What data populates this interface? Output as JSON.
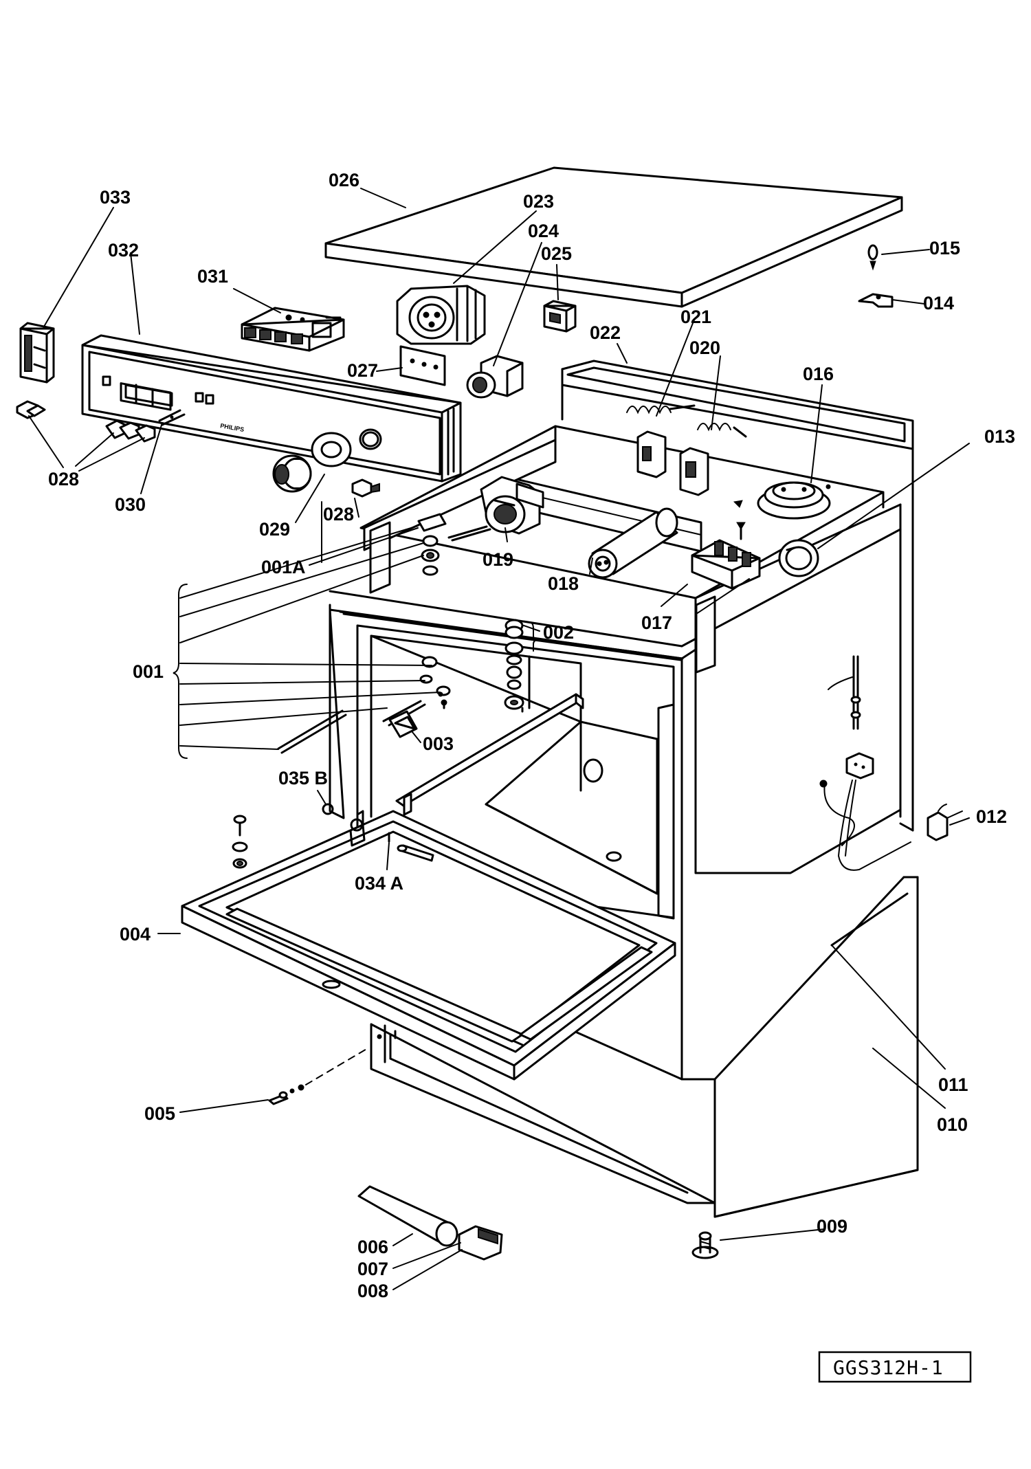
{
  "callouts": {
    "c001": "001",
    "c001A": "001A",
    "c002": "002",
    "c003": "003",
    "c004": "004",
    "c005": "005",
    "c006": "006",
    "c007": "007",
    "c008": "008",
    "c009": "009",
    "c010": "010",
    "c011": "011",
    "c012": "012",
    "c013": "013",
    "c014": "014",
    "c015": "015",
    "c016": "016",
    "c017": "017",
    "c018": "018",
    "c019": "019",
    "c020": "020",
    "c021": "021",
    "c022": "022",
    "c023": "023",
    "c024": "024",
    "c025": "025",
    "c026": "026",
    "c027": "027",
    "c028a": "028",
    "c028b": "028",
    "c029": "029",
    "c030": "030",
    "c031": "031",
    "c032": "032",
    "c033": "033",
    "c034A": "034 A",
    "c035B": "035 B"
  },
  "panel_brand": "PHILIPS",
  "reference_code": "GGS312H-1"
}
